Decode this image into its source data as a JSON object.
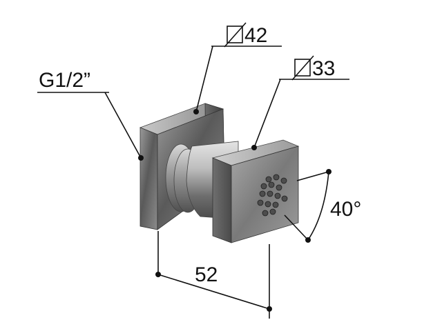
{
  "labels": {
    "thread": "G1/2”",
    "wall_plate_diameter": "42",
    "head_diameter": "33",
    "length": "52",
    "angle": "40°"
  },
  "colors": {
    "line": "#111111",
    "metal_light": "#c9c9c9",
    "metal_mid": "#8a8a8a",
    "metal_dark": "#3f3f3f",
    "nozzle": "#555555"
  },
  "icons": {
    "diameter_symbol": "diameter-icon"
  }
}
